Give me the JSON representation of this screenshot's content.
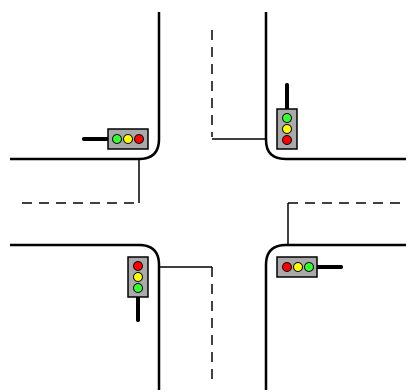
{
  "scene": {
    "background": "#ffffff",
    "curb_color": "#000000",
    "marking_color": "#000000"
  },
  "traffic_lights": [
    {
      "id": "northwest",
      "orientation": "horizontal",
      "lamps": [
        "green",
        "yellow",
        "red"
      ],
      "pole": "left"
    },
    {
      "id": "northeast",
      "orientation": "vertical",
      "lamps": [
        "green",
        "yellow",
        "red"
      ],
      "pole": "top"
    },
    {
      "id": "southwest",
      "orientation": "vertical",
      "lamps": [
        "red",
        "yellow",
        "green"
      ],
      "pole": "bottom"
    },
    {
      "id": "southeast",
      "orientation": "horizontal",
      "lamps": [
        "red",
        "yellow",
        "green"
      ],
      "pole": "right"
    }
  ],
  "lamp_colors": {
    "red": "#ff0000",
    "yellow": "#ffff00",
    "green": "#33ff33",
    "housing": "#aaaaaa",
    "pole": "#000000"
  }
}
